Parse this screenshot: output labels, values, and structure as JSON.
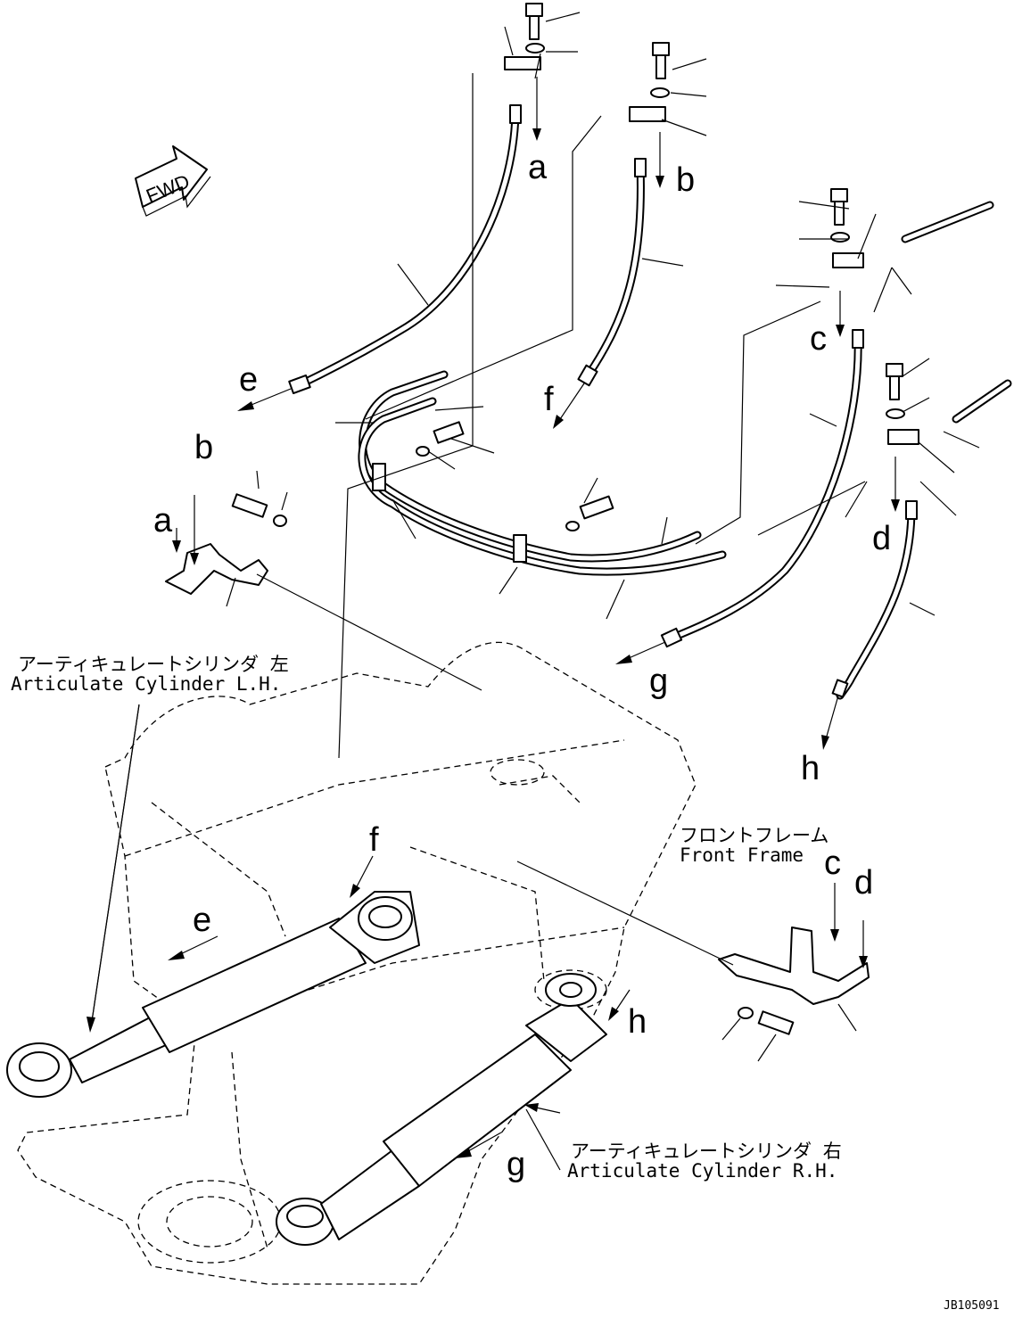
{
  "fwd_label": "FWD",
  "callouts": {
    "a1": "a",
    "b1": "b",
    "c1": "c",
    "d1": "d",
    "e1": "e",
    "f1": "f",
    "g1": "g",
    "h1": "h",
    "a2": "a",
    "b2": "b",
    "c2": "c",
    "d2": "d",
    "e2": "e",
    "f2": "f",
    "g2": "g",
    "h2": "h"
  },
  "labels": {
    "cyl_left_jp": "アーティキュレートシリンダ 左",
    "cyl_left_en": "Articulate Cylinder L.H.",
    "front_frame_jp": "フロントフレーム",
    "front_frame_en": "Front Frame",
    "cyl_right_jp": "アーティキュレートシリンダ 右",
    "cyl_right_en": "Articulate Cylinder R.H."
  },
  "drawing_code": "JB105091"
}
